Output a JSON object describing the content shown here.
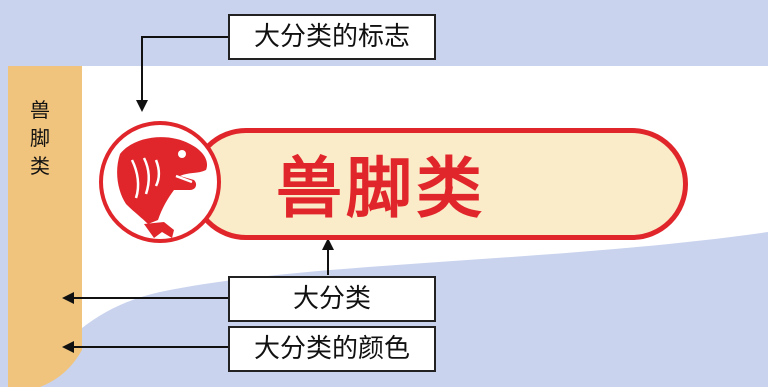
{
  "side_tab": {
    "label": "兽脚类",
    "color": "#f0c47d"
  },
  "banner": {
    "title": "兽脚类",
    "color": "#e0262b",
    "fill": "#faecc8"
  },
  "emblem": {
    "icon": "theropod-dinosaur-head-icon"
  },
  "callouts": {
    "mark": "大分类的标志",
    "category": "大分类",
    "category_color": "大分类的颜色"
  }
}
